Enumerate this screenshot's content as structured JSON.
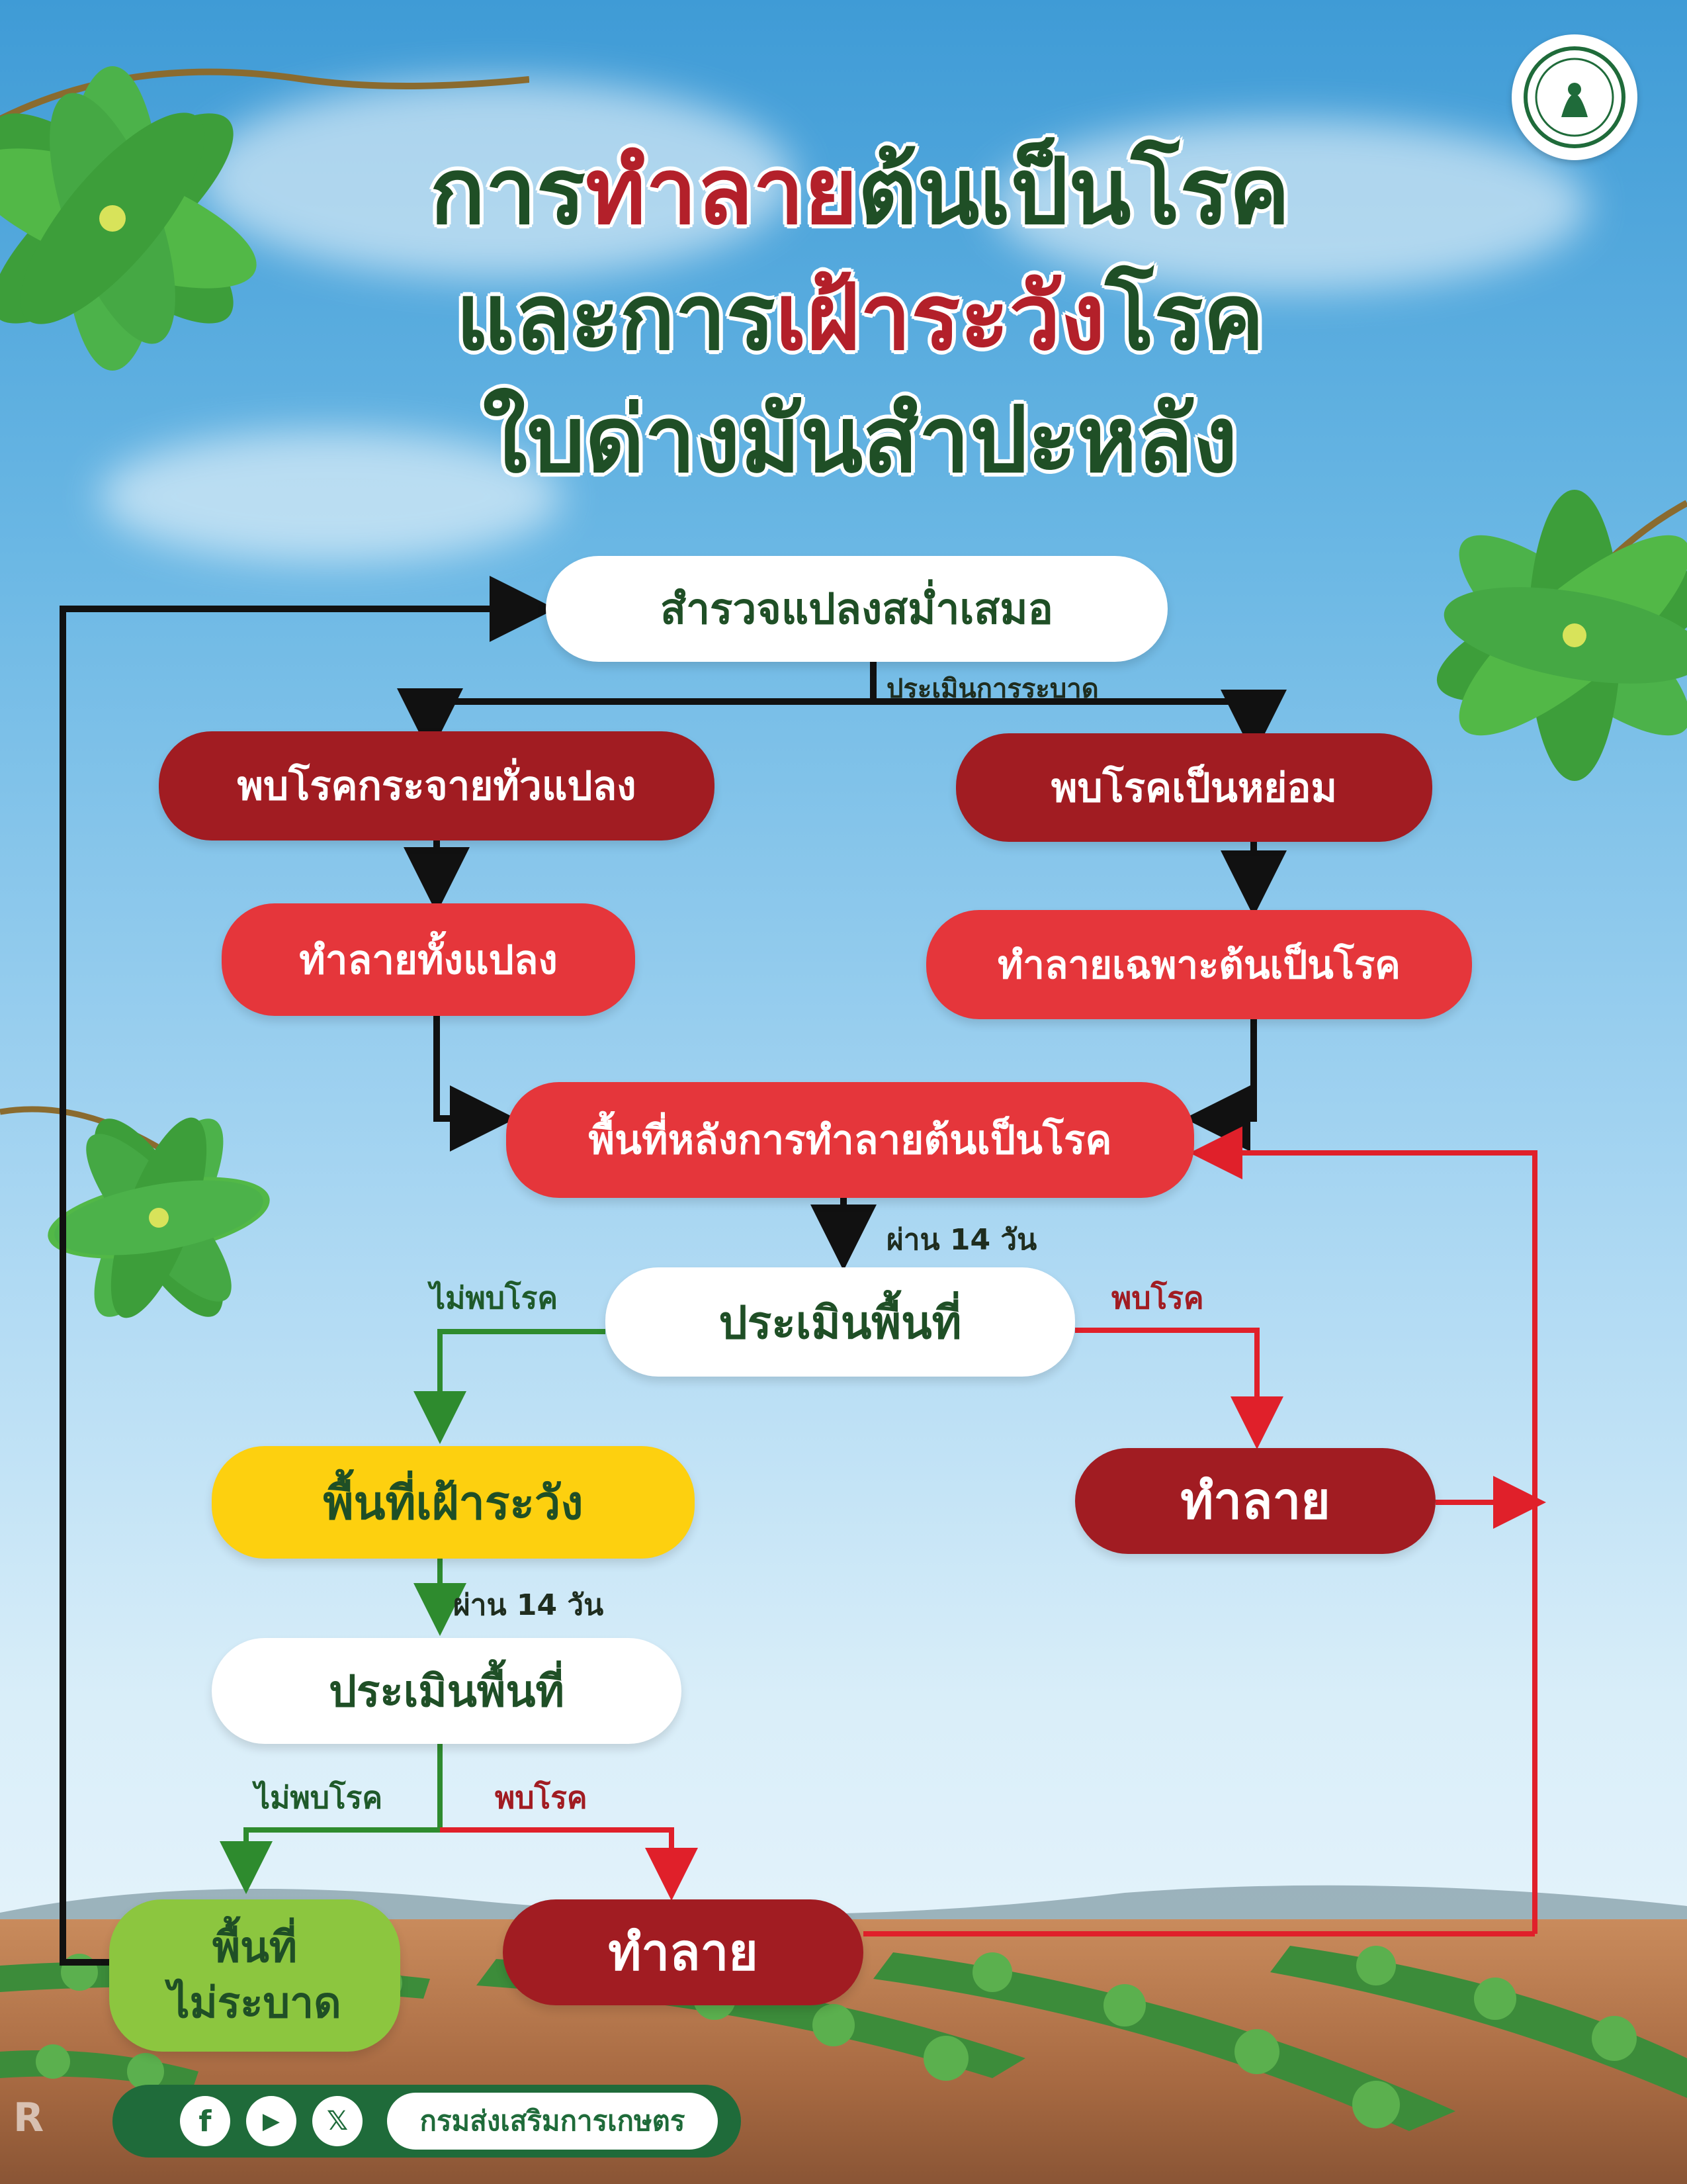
{
  "title": {
    "line1_a": "การ",
    "line1_hl": "ทำลาย",
    "line1_b": "ต้นเป็นโรค",
    "line2_a": "และการ",
    "line2_hl": "เฝ้าระวัง",
    "line2_b": "โรค",
    "line3": "ใบด่างมันสำปะหลัง"
  },
  "nodes": {
    "survey": "สำรวจแปลงสม่ำเสมอ",
    "spread": "พบโรคกระจายทั่วแปลง",
    "patch": "พบโรคเป็นหย่อม",
    "destroy_all": "ทำลายทั้งแปลง",
    "destroy_specific": "ทำลายเฉพาะต้นเป็นโรค",
    "after_area": "พื้นที่หลังการทำลายต้นเป็นโรค",
    "assess1": "ประเมินพื้นที่",
    "destroy_right": "ทำลาย",
    "watch_area": "พื้นที่เฝ้าระวัง",
    "assess2": "ประเมินพื้นที่",
    "free_area_1": "พื้นที่",
    "free_area_2": "ไม่ระบาด",
    "destroy_bottom": "ทำลาย"
  },
  "labels": {
    "assess_outbreak": "ประเมินการระบาด",
    "after14_a": "ผ่าน 14 วัน",
    "no_disease_a": "ไม่พบโรค",
    "found_a": "พบโรค",
    "after14_b": "ผ่าน 14 วัน",
    "no_disease_b": "ไม่พบโรค",
    "found_b": "พบโรค"
  },
  "footer": {
    "facebook_icon": "f",
    "youtube_icon": "▶",
    "x_icon": "𝕏",
    "org_name": "กรมส่งเสริมการเกษตร"
  },
  "colors": {
    "dark_red": "#a11c22",
    "red": "#e5363b",
    "yellow": "#fdd00f",
    "green": "#8cc63f",
    "title_green": "#1f4f26",
    "arrow_green": "#2e8b2e",
    "arrow_red": "#e0202a"
  }
}
